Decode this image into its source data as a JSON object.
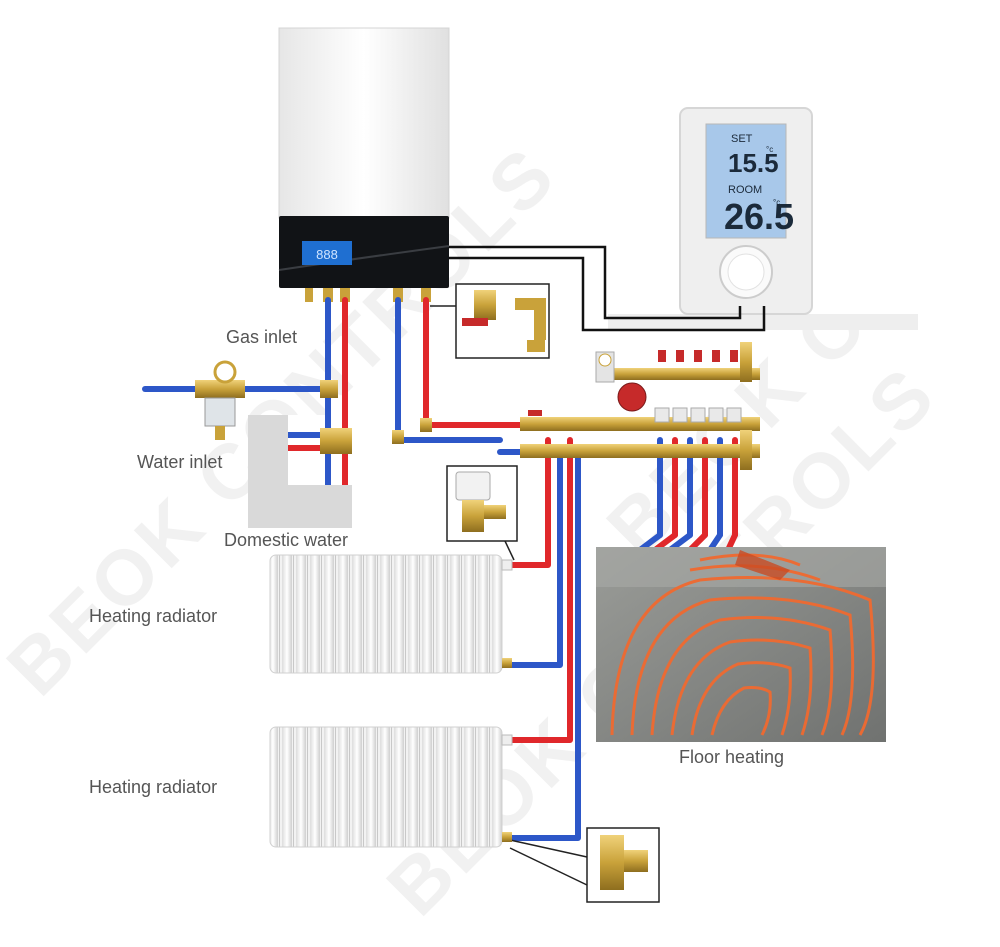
{
  "labels": {
    "gas_inlet": "Gas inlet",
    "water_inlet": "Water inlet",
    "domestic_water": "Domestic water",
    "heating_radiator_1": "Heating radiator",
    "heating_radiator_2": "Heating radiator",
    "floor_heating": "Floor heating"
  },
  "boiler_display": "888",
  "thermostat": {
    "set_label": "SET",
    "set_value": "15.5",
    "room_label": "ROOM",
    "room_value": "26.5",
    "unit": "°c"
  },
  "watermark": "BEOK CONTROLS",
  "colors": {
    "hot_pipe": "#e0282b",
    "cold_pipe": "#2d57c8",
    "brass": "#c9a23a",
    "floor_pipe": "#f06a30",
    "lcd": "#a8c8ea"
  }
}
